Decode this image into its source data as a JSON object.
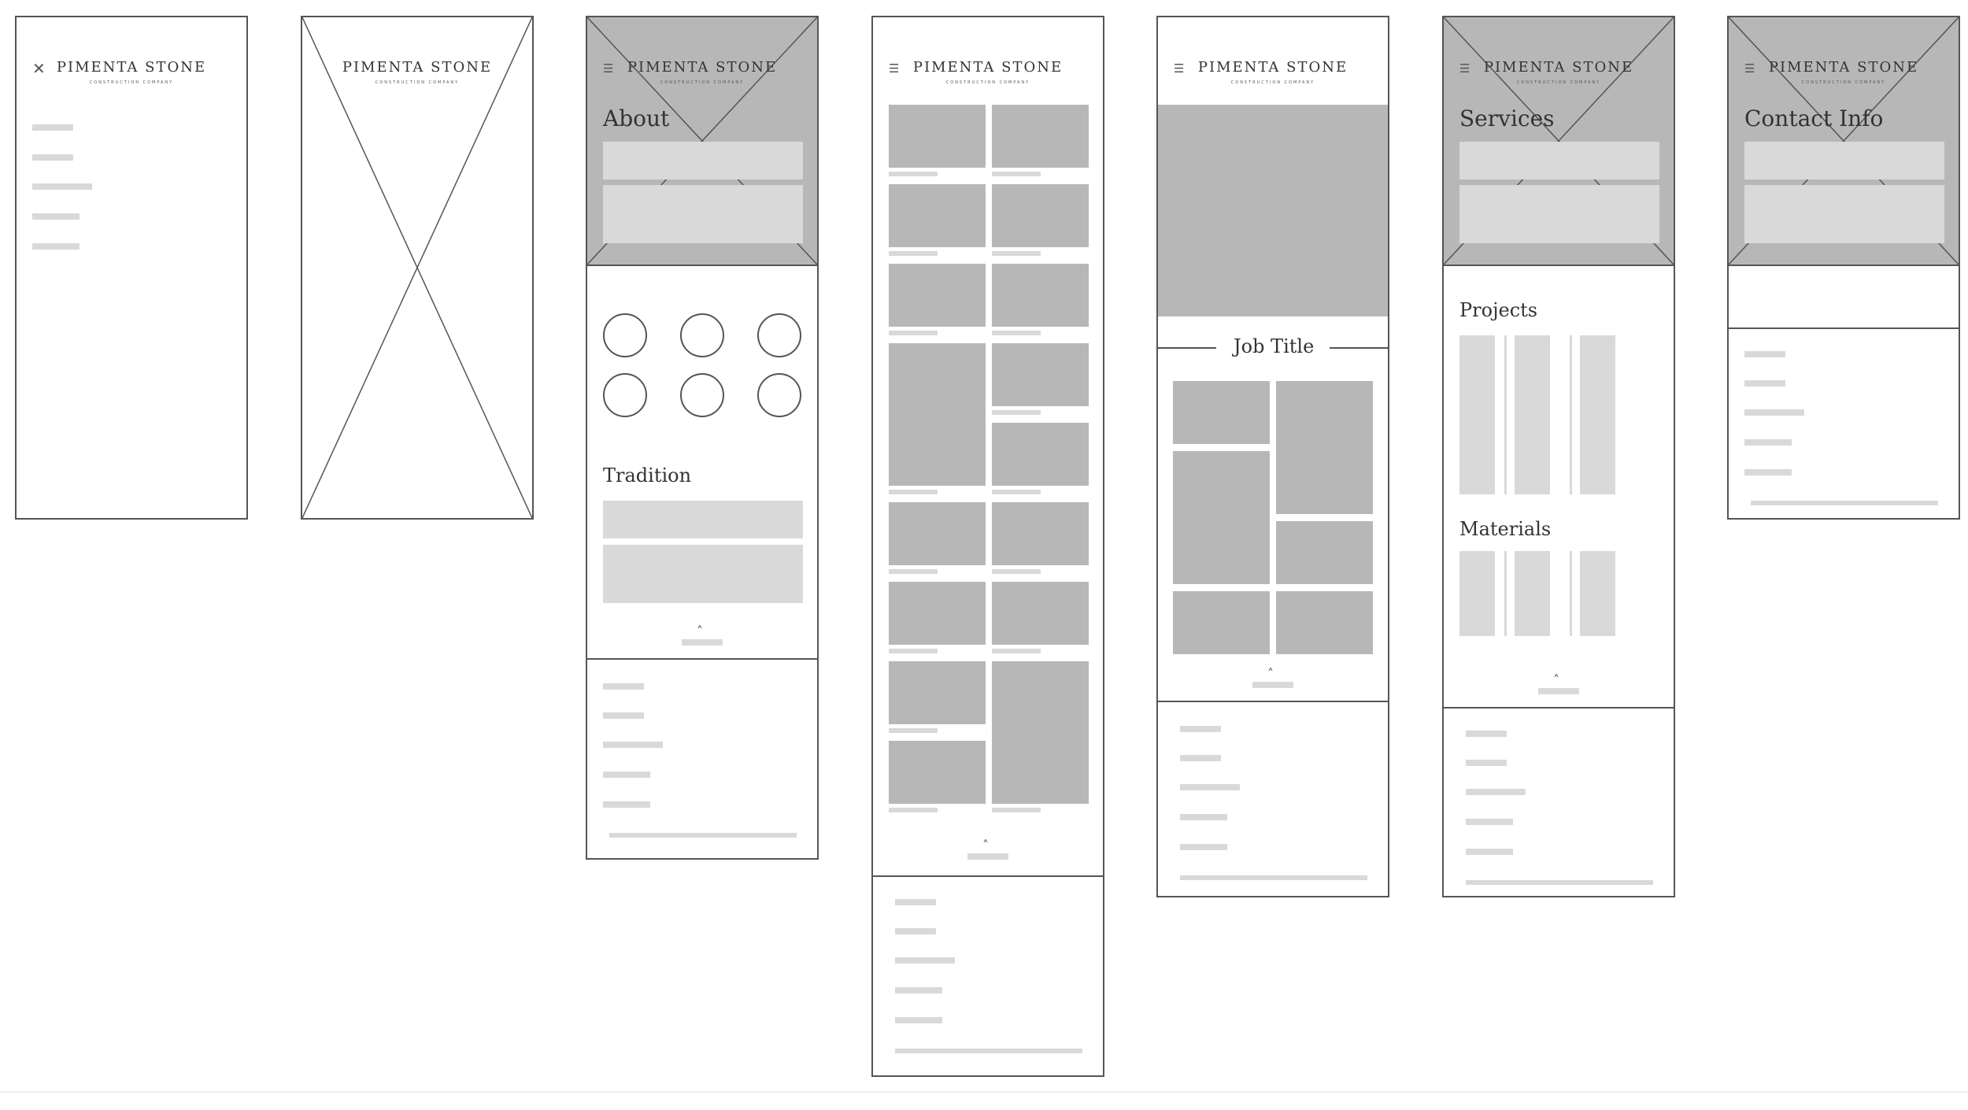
{
  "brand": {
    "name": "PIMENTA STONE",
    "tagline": "CONSTRUCTION COMPANY"
  },
  "icons": {
    "menu": "hamburger-icon",
    "close": "close-icon",
    "back_to_top": "chevron-up-icon"
  },
  "glyphs": {
    "menu": "☰",
    "close": "✕",
    "up": "˄"
  },
  "about": {
    "title": "About",
    "section_title": "Tradition"
  },
  "job": {
    "title": "Job Title"
  },
  "services": {
    "title": "Services",
    "projects_title": "Projects",
    "materials_title": "Materials"
  },
  "contact": {
    "title": "Contact Info"
  },
  "colors": {
    "placeholder_dark": "#b8b7b8",
    "placeholder_light": "#d9d9d9",
    "outline": "#555555"
  }
}
